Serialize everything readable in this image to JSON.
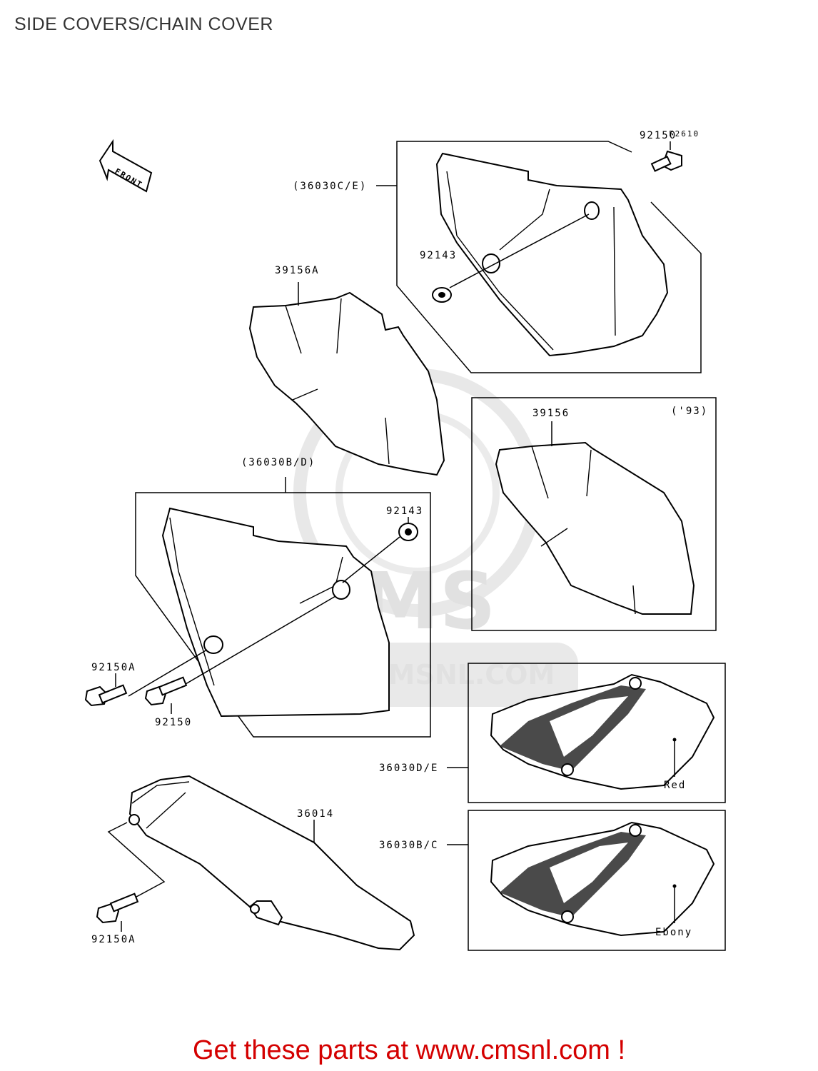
{
  "title": "SIDE COVERS/CHAIN COVER",
  "figure_code": "F2610",
  "front_arrow_label": "FRONT",
  "watermark": {
    "logo_text": "CMS",
    "url_text": "WWW.CMSNL.COM"
  },
  "labels": {
    "p36030CE": "(36030C/E)",
    "p92150_top": "92150",
    "p92143_top": "92143",
    "p39156A": "39156A",
    "p39156": "39156",
    "year_93": "('93)",
    "p36030BD": "(36030B/D)",
    "p92143_mid": "92143",
    "p92150A_mid": "92150A",
    "p92150_mid": "92150",
    "p36030DE": "36030D/E",
    "p36014": "36014",
    "p36030BC": "36030B/C",
    "p92150A_bottom": "92150A",
    "color_red": "Red",
    "color_ebony": "Ebony"
  },
  "footer": "Get these parts at www.cmsnl.com !"
}
